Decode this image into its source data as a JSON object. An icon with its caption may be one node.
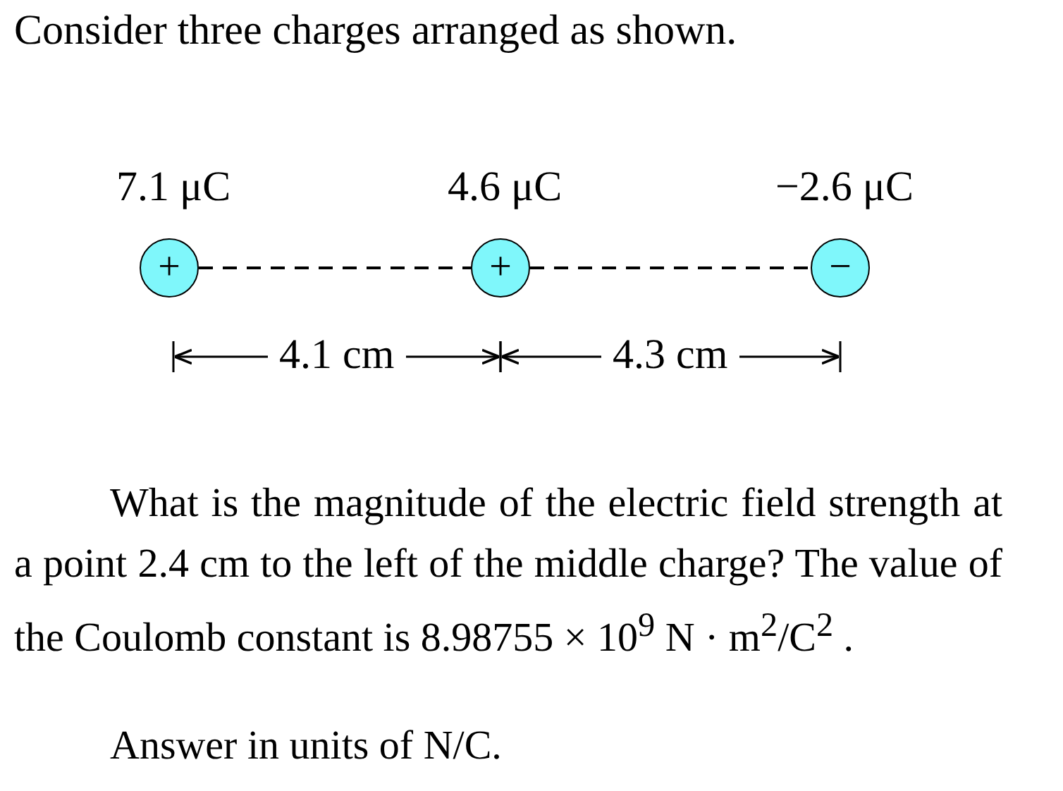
{
  "diagram": {
    "title": "Consider three charges arranged as shown.",
    "nodes": [
      {
        "text": [
          "+"
        ],
        "beside": [
          "7.1 μC"
        ]
      },
      {
        "text": [
          "+"
        ],
        "beside": [
          "4.6 μC"
        ]
      },
      {
        "text": [
          "−"
        ],
        "beside": [
          "−2.6 μC"
        ]
      }
    ],
    "edges": [
      {
        "from": 0,
        "to": 1,
        "arrow": "none",
        "style": "dashed"
      },
      {
        "from": 1,
        "to": 2,
        "arrow": "none",
        "style": "dashed"
      }
    ],
    "labels": [
      "4.1 cm",
      "4.3 cm",
      "What is the magnitude of the electric field strength at a point 2.4 cm to the left of the middle charge?  The value of the Coulomb constant is 8.98755 × 10$^{9}$ N · m$^{2}$/C$^{2}$ .",
      "Answer in units of  N/C."
    ]
  }
}
